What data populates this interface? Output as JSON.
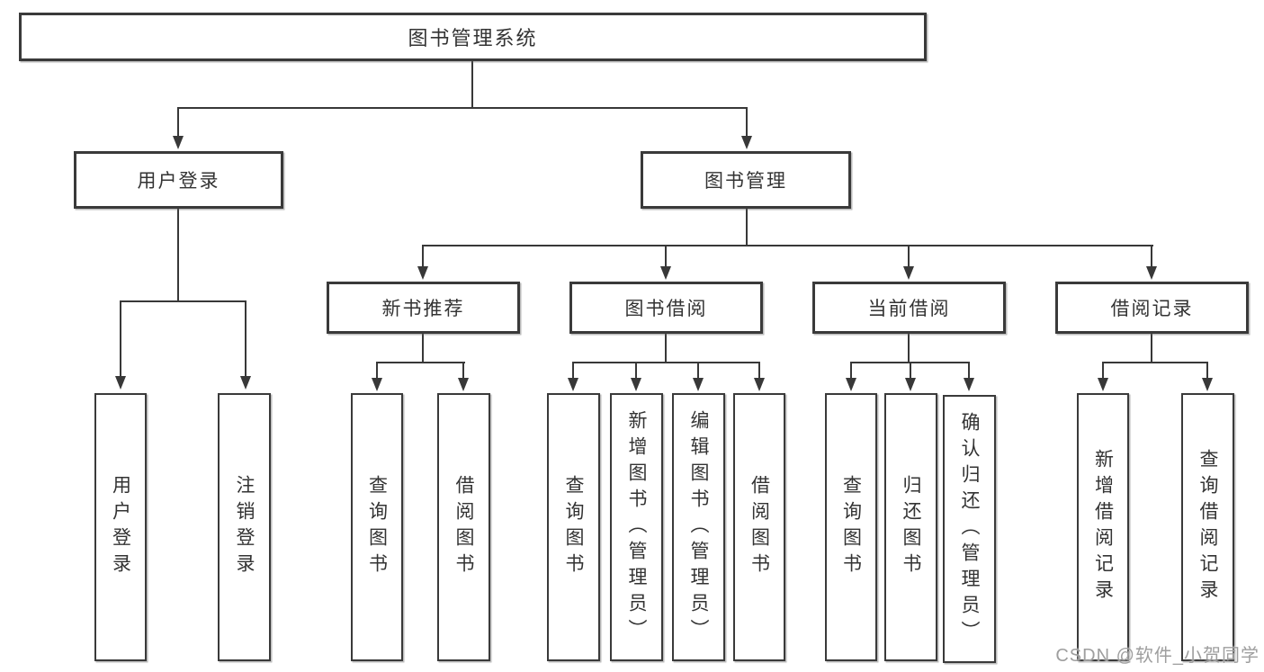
{
  "diagram": {
    "title": "图书管理系统",
    "root": "图书管理系统",
    "level2": [
      "用户登录",
      "图书管理"
    ],
    "level3": [
      "新书推荐",
      "图书借阅",
      "当前借阅",
      "借阅记录"
    ],
    "leaves_user_login": [
      "用户登录",
      "注销登录"
    ],
    "leaves_new_book": [
      "查询图书",
      "借阅图书"
    ],
    "leaves_borrow": [
      "查询图书",
      "新增图书（管理员）",
      "编辑图书（管理员）",
      "借阅图书"
    ],
    "leaves_current": [
      "查询图书",
      "归还图书",
      "确认归还（管理员）"
    ],
    "leaves_records": [
      "新增借阅记录",
      "查询借阅记录"
    ]
  },
  "watermark": {
    "text": "CSDN @软件_小贺同学"
  },
  "colors": {
    "line": "#383838",
    "box_border": "#3a3a3a",
    "box_bg": "#ffffff",
    "text": "#333333",
    "watermark": "#9e9e9e"
  }
}
